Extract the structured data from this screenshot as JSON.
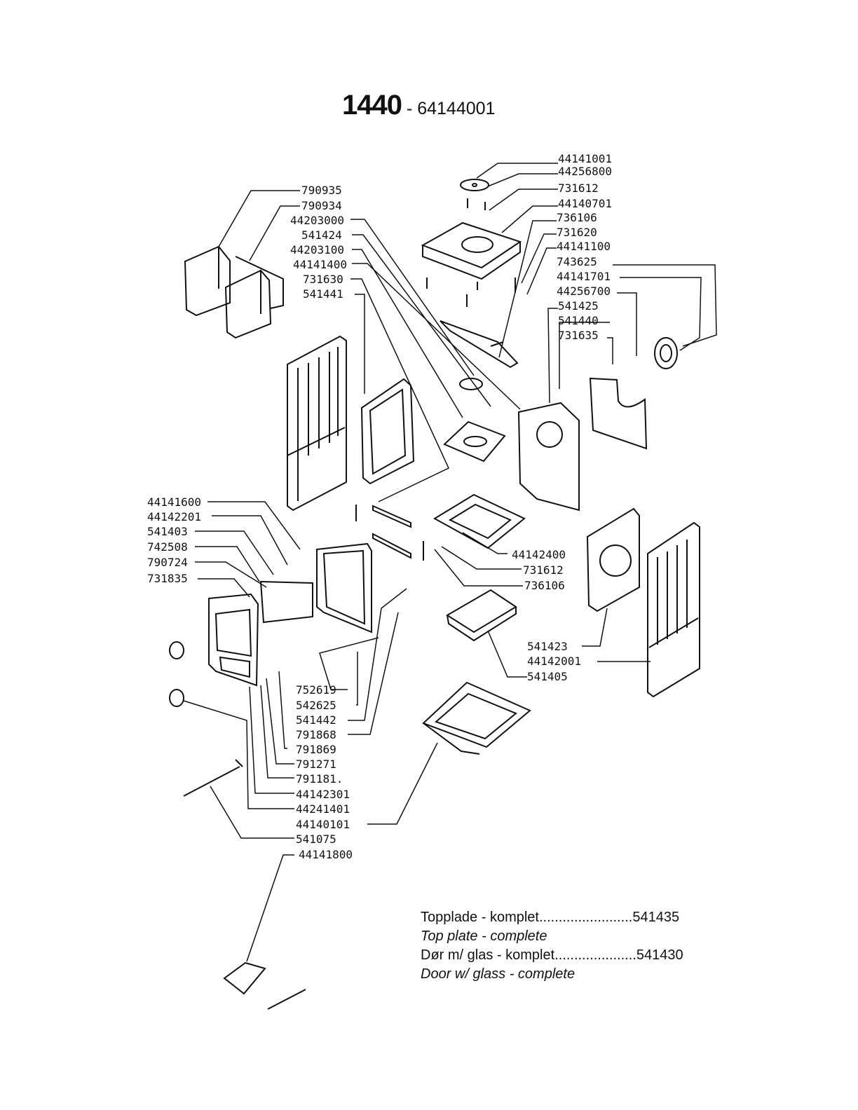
{
  "header": {
    "model": "1440",
    "separator": " - ",
    "article_number": "64144001"
  },
  "part_labels": {
    "p44141001": "44141001",
    "p44256800a": "44256800",
    "p731612a": "731612",
    "p44140701": "44140701",
    "p736106a": "736106",
    "p731620": "731620",
    "p44141100": "44141100",
    "p743625": "743625",
    "p44141701": "44141701",
    "p44256700": "44256700",
    "p541425": "541425",
    "p541440": "541440",
    "p731635": "731635",
    "p790935": "790935",
    "p790934": "790934",
    "p44203000": "44203000",
    "p541424": "541424",
    "p44203100": "44203100",
    "p44141400": "44141400",
    "p731630": "731630",
    "p541441": "541441",
    "p44141600": "44141600",
    "p44142201": "44142201",
    "p541403": "541403",
    "p742508": "742508",
    "p790724": "790724",
    "p731835": "731835",
    "p44142400": "44142400",
    "p731612b": "731612",
    "p736106b": "736106",
    "p541423": "541423",
    "p44142001": "44142001",
    "p541405": "541405",
    "p752619": "752619",
    "p542625": "542625",
    "p541442": "541442",
    "p791868": "791868",
    "p791869": "791869",
    "p791271": "791271",
    "p791181": "791181.",
    "p44142301": "44142301",
    "p44241401": "44241401",
    "p44140101": "44140101",
    "p541075": "541075",
    "p44141800": "44141800"
  },
  "legend": [
    {
      "text": "Topplade - komplet",
      "dots": "........................",
      "number": "541435",
      "translation": "Top plate - complete"
    },
    {
      "text": "Dør m/ glas - komplet",
      "dots": ".....................",
      "number": "541430",
      "translation": "Door w/ glass - complete"
    }
  ]
}
